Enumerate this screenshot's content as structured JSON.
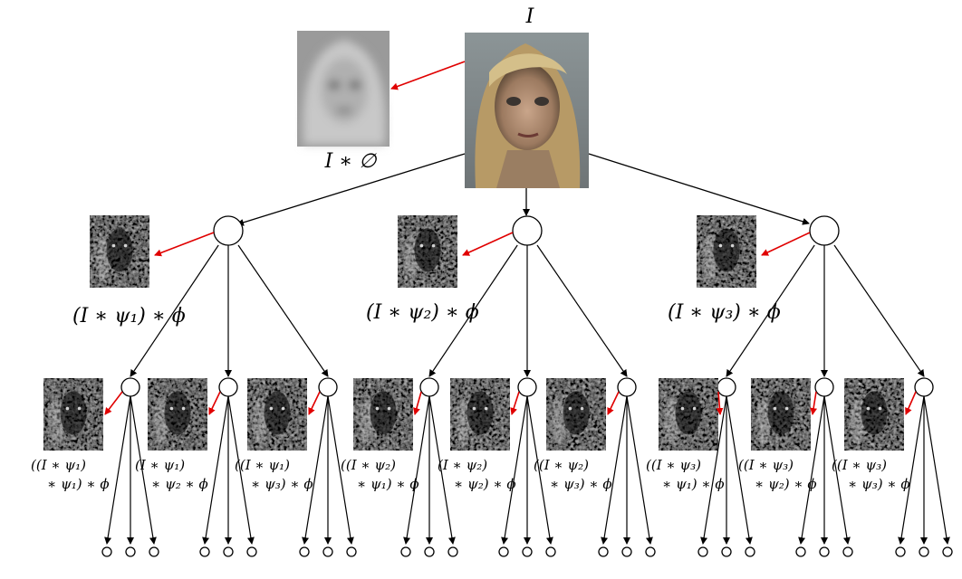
{
  "root": {
    "label": "I",
    "lowpass_label": "I ∗ ∅"
  },
  "level1": [
    {
      "label": "(I ∗ ψ₁) ∗ ϕ"
    },
    {
      "label": "(I ∗ ψ₂) ∗ ϕ"
    },
    {
      "label": "(I ∗ ψ₃) ∗ ϕ"
    }
  ],
  "level2": [
    {
      "line1": "((I ∗ ψ₁)",
      "line2": "∗ ψ₁) ∗ ϕ"
    },
    {
      "line1": "(I ∗ ψ₁)",
      "line2": "∗ ψ₂ ∗ ϕ"
    },
    {
      "line1": "((I ∗ ψ₁)",
      "line2": "∗ ψ₃) ∗ ϕ"
    },
    {
      "line1": "((I ∗ ψ₂)",
      "line2": "∗ ψ₁) ∗ ϕ"
    },
    {
      "line1": "(I ∗ ψ₂)",
      "line2": "∗ ψ₂) ∗ ϕ"
    },
    {
      "line1": "((I ∗ ψ₂)",
      "line2": "∗ ψ₃) ∗ ϕ"
    },
    {
      "line1": "((I ∗ ψ₃)",
      "line2": "∗ ψ₁) ∗ ϕ"
    },
    {
      "line1": "((I ∗ ψ₃)",
      "line2": "∗ ψ₂) ∗ ϕ"
    },
    {
      "line1": "((I ∗ ψ₃)",
      "line2": "∗ ψ₃) ∗ ϕ"
    }
  ],
  "colors": {
    "arrow": "#000000",
    "feature_arrow": "#e00000"
  }
}
